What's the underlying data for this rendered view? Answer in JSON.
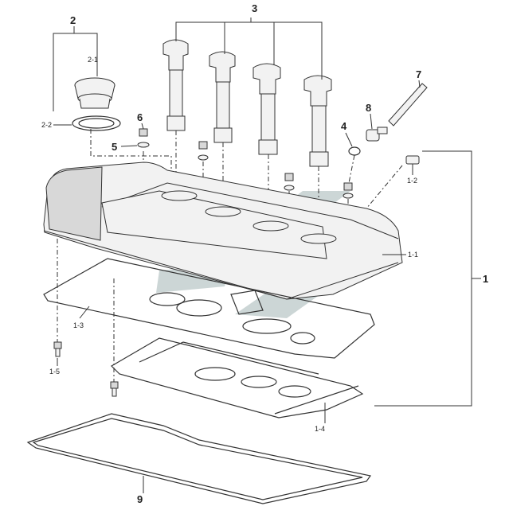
{
  "callouts": {
    "c1": "1",
    "c1_1": "1-1",
    "c1_2": "1-2",
    "c1_3": "1-3",
    "c1_4": "1-4",
    "c1_5": "1-5",
    "c2": "2",
    "c2_1": "2-1",
    "c2_2": "2-2",
    "c3": "3",
    "c4": "4",
    "c5": "5",
    "c6": "6",
    "c7": "7",
    "c8": "8",
    "c9": "9"
  },
  "colors": {
    "line": "#333333",
    "watermark": "#8fa3a3",
    "background": "#ffffff"
  }
}
